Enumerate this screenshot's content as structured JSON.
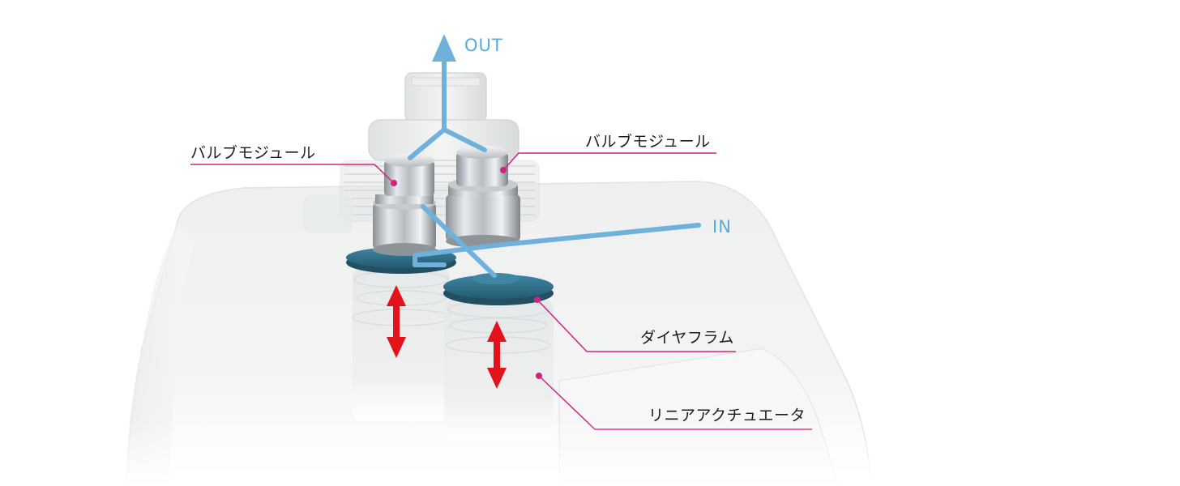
{
  "diagram": {
    "flow_labels": {
      "out": "OUT",
      "in": "IN"
    },
    "callouts": [
      {
        "id": "valve-left",
        "text": "バルブモジュール"
      },
      {
        "id": "valve-right",
        "text": "バルブモジュール"
      },
      {
        "id": "diaphragm",
        "text": "ダイヤフラム"
      },
      {
        "id": "actuator",
        "text": "リニアアクチュエータ"
      }
    ],
    "colors": {
      "flow": "#6fb1db",
      "callout_line": "#d2237f",
      "diaphragm": "#2f6f8a",
      "motion_arrow": "#e3131c"
    }
  }
}
